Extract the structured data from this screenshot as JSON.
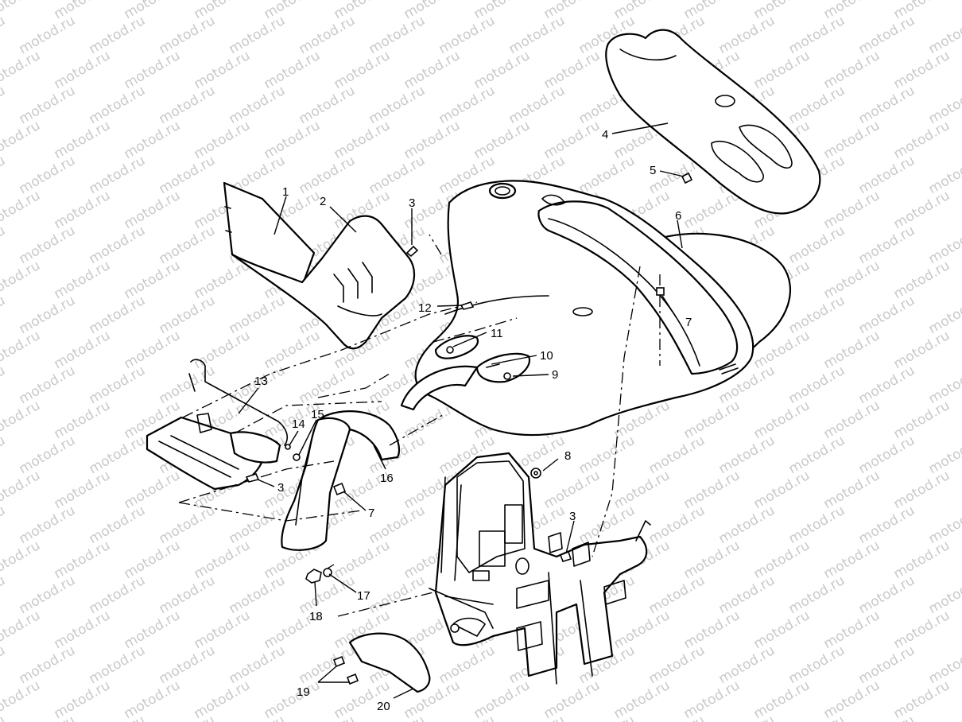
{
  "watermark": "motod.ru",
  "callouts": {
    "c1": "1",
    "c2": "2",
    "c3a": "3",
    "c3b": "3",
    "c3c": "3",
    "c4": "4",
    "c5": "5",
    "c6": "6",
    "c7a": "7",
    "c7b": "7",
    "c8": "8",
    "c9": "9",
    "c10": "10",
    "c11": "11",
    "c12": "12",
    "c13": "13",
    "c14": "14",
    "c15": "15",
    "c16": "16",
    "c17": "17",
    "c18": "18",
    "c19": "19",
    "c20": "20"
  }
}
